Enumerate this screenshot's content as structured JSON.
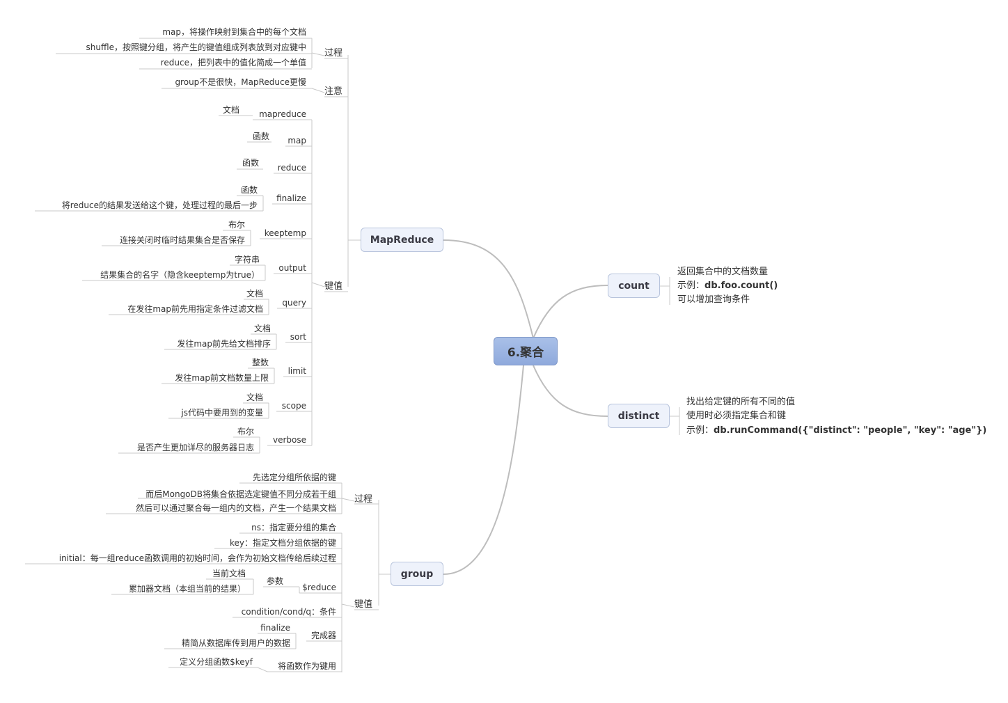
{
  "root": "6.聚合",
  "mapreduce": {
    "label": "MapReduce",
    "process": {
      "label": "过程",
      "items": [
        "map，将操作映射到集合中的每个文档",
        "shuffle，按照键分组，将产生的键值组成列表放到对应键中",
        "reduce，把列表中的值化简成一个单值"
      ]
    },
    "note": {
      "label": "注意",
      "items": [
        "group不是很快，MapReduce更慢"
      ]
    },
    "keys": {
      "label": "键值",
      "items": [
        {
          "name": "mapreduce",
          "subs": [
            "文档"
          ]
        },
        {
          "name": "map",
          "subs": [
            "函数"
          ]
        },
        {
          "name": "reduce",
          "subs": [
            "函数"
          ]
        },
        {
          "name": "finalize",
          "subs": [
            "函数",
            "将reduce的结果发送给这个键，处理过程的最后一步"
          ]
        },
        {
          "name": "keeptemp",
          "subs": [
            "布尔",
            "连接关闭时临时结果集合是否保存"
          ]
        },
        {
          "name": "output",
          "subs": [
            "字符串",
            "结果集合的名字（隐含keeptemp为true）"
          ]
        },
        {
          "name": "query",
          "subs": [
            "文档",
            "在发往map前先用指定条件过滤文档"
          ]
        },
        {
          "name": "sort",
          "subs": [
            "文档",
            "发往map前先给文档排序"
          ]
        },
        {
          "name": "limit",
          "subs": [
            "整数",
            "发往map前文档数量上限"
          ]
        },
        {
          "name": "scope",
          "subs": [
            "文档",
            "js代码中要用到的变量"
          ]
        },
        {
          "name": "verbose",
          "subs": [
            "布尔",
            "是否产生更加详尽的服务器日志"
          ]
        }
      ]
    }
  },
  "count": {
    "label": "count",
    "items": [
      "返回集合中的文档数量",
      "示例：",
      "db.foo.count()",
      "可以增加查询条件"
    ]
  },
  "distinct": {
    "label": "distinct",
    "items": [
      "找出给定键的所有不同的值",
      "使用时必须指定集合和键",
      "示例：",
      "db.runCommand({\"distinct\": \"people\", \"key\": \"age\"})"
    ]
  },
  "group": {
    "label": "group",
    "process": {
      "label": "过程",
      "items": [
        "先选定分组所依据的键",
        "而后MongoDB将集合依据选定键值不同分成若干组",
        "然后可以通过聚合每一组内的文档，产生一个结果文档"
      ]
    },
    "keys": {
      "label": "键值",
      "ns": "ns：指定要分组的集合",
      "key": "key：指定文档分组依据的键",
      "initial": "initial：每一组reduce函数调用的初始时间，会作为初始文档传给后续过程",
      "reduce": {
        "name": "$reduce",
        "param": "参数",
        "subs": [
          "当前文档",
          "累加器文档（本组当前的结果）"
        ]
      },
      "condition": "condition/cond/q：条件",
      "finalizer": {
        "name": "完成器",
        "subs": [
          "finalize",
          "精简从数据库传到用户的数据"
        ]
      },
      "keyf": {
        "name": "将函数作为键用",
        "subs": [
          "定义分组函数$keyf"
        ]
      }
    }
  },
  "colors": {
    "line": "#c8c8c8",
    "branch": "#bdbdbd",
    "root": "#9fb6e2",
    "node": "#eef2fb"
  }
}
